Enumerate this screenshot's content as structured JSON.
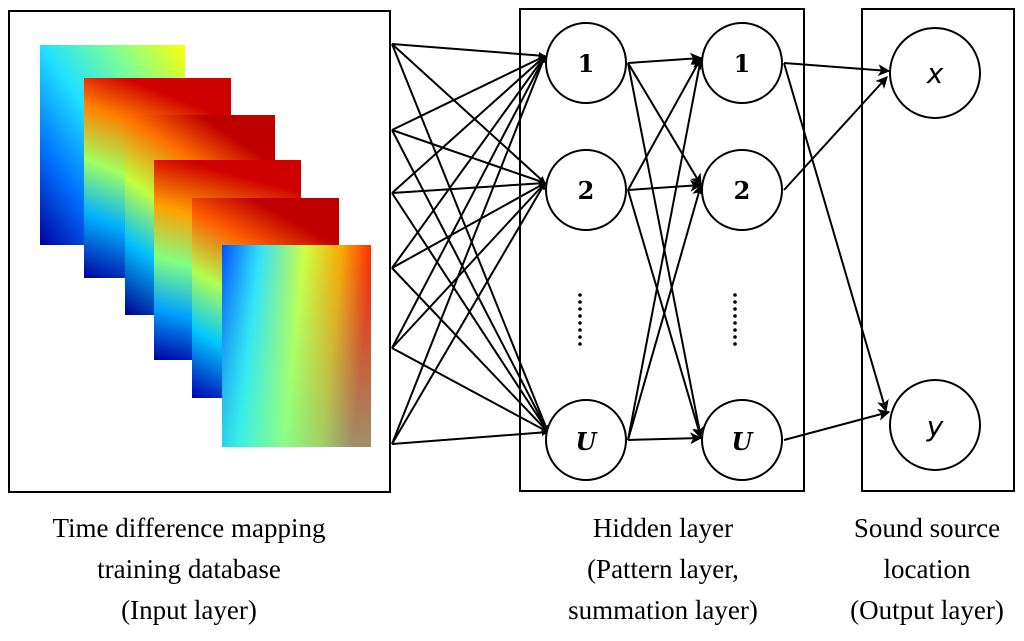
{
  "input_panel": {
    "caption_lines": [
      "Time difference mapping",
      "training database",
      "(Input layer)"
    ]
  },
  "hidden_panel": {
    "pattern_nodes": [
      "1",
      "2",
      "U"
    ],
    "summation_nodes": [
      "1",
      "2",
      "U"
    ],
    "caption_lines": [
      "Hidden layer",
      "(Pattern layer,",
      "summation layer)"
    ]
  },
  "output_panel": {
    "output_nodes": [
      "x",
      "y"
    ],
    "caption_lines": [
      "Sound source",
      "location",
      "(Output layer)"
    ]
  },
  "colors": {
    "stroke": "#000000",
    "colormap": [
      "#00008f",
      "#0040ff",
      "#00ffff",
      "#80ff80",
      "#ffff00",
      "#ff8000",
      "#d00000"
    ]
  }
}
